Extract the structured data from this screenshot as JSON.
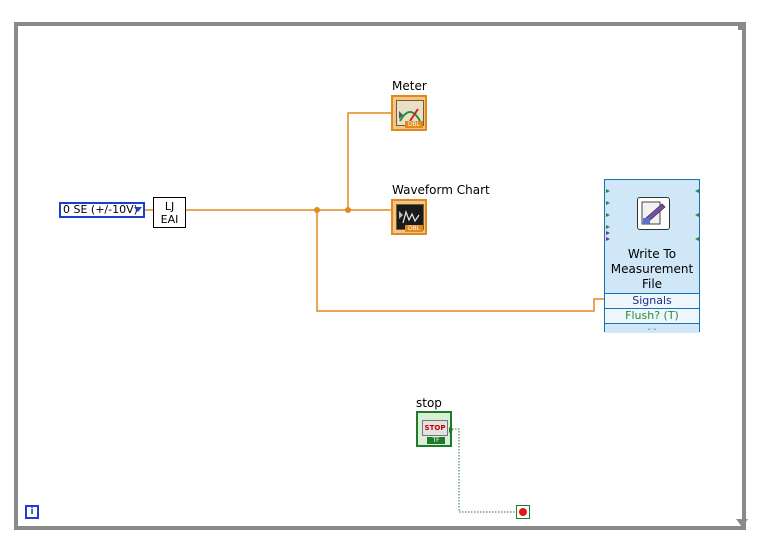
{
  "ring_constant": {
    "value": "0 SE (+/-10V)"
  },
  "subvi": {
    "line1": "LJ",
    "line2": "EAI"
  },
  "meter": {
    "label": "Meter",
    "type": "DBL"
  },
  "waveform_chart": {
    "label": "Waveform Chart",
    "type": "DBL"
  },
  "express_vi": {
    "title_line1": "Write To",
    "title_line2": "Measurement",
    "title_line3": "File",
    "input_signals": "Signals",
    "input_flush": "Flush? (T)"
  },
  "stop": {
    "label": "stop",
    "button_text": "STOP",
    "type": "TF"
  },
  "iteration_terminal": {
    "glyph": "i"
  },
  "colors": {
    "numeric_wire": "#e08a1b",
    "boolean_wire": "#1f7a2a",
    "loop_border": "#8a8a8a"
  }
}
